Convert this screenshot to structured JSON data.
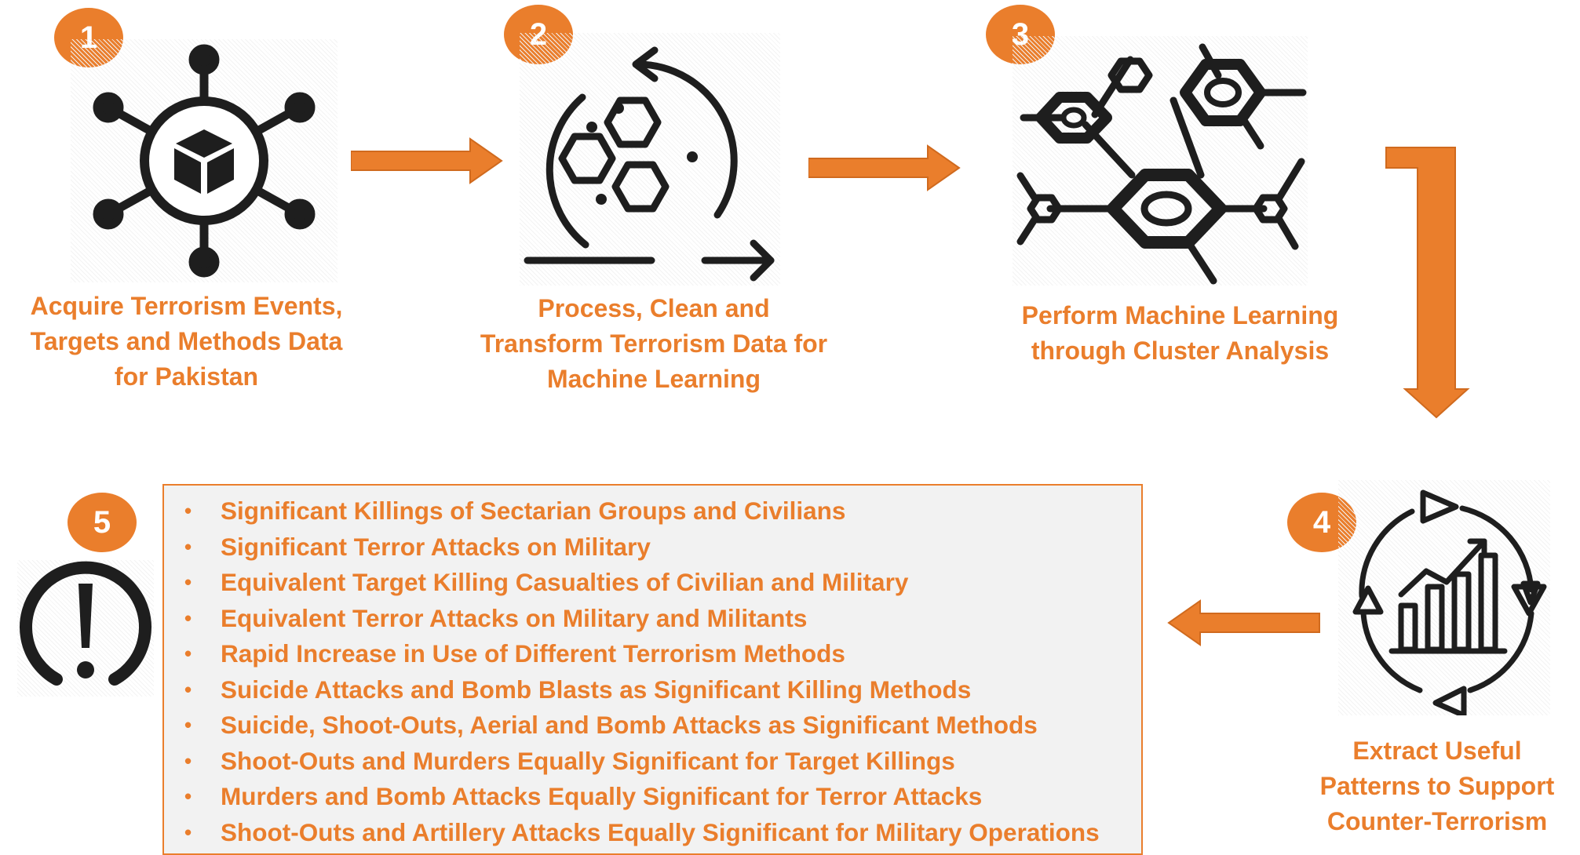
{
  "steps": [
    {
      "number": "1",
      "label": "Acquire Terrorism Events, Targets and Methods Data for Pakistan",
      "icon": "network-hub-cube-icon"
    },
    {
      "number": "2",
      "label": "Process, Clean and Transform Terrorism Data for Machine Learning",
      "icon": "process-cycle-hexagons-icon"
    },
    {
      "number": "3",
      "label": "Perform Machine Learning through Cluster Analysis",
      "icon": "molecule-structure-icon"
    },
    {
      "number": "4",
      "label": "Extract Useful Patterns to Support Counter-Terrorism",
      "icon": "cycle-bar-chart-icon"
    },
    {
      "number": "5",
      "icon": "warning-exclamation-icon"
    }
  ],
  "findings": [
    "Significant Killings of Sectarian Groups and Civilians",
    "Significant Terror Attacks on Military",
    "Equivalent Target Killing Casualties of Civilian and Military",
    "Equivalent Terror Attacks on Military and Militants",
    "Rapid Increase in Use of Different Terrorism Methods",
    "Suicide Attacks and Bomb Blasts as Significant Killing Methods",
    "Suicide, Shoot-Outs, Aerial and Bomb Attacks as Significant Methods",
    "Shoot-Outs and Murders Equally Significant for Target Killings",
    "Murders and Bomb Attacks Equally Significant for Terror Attacks",
    "Shoot-Outs and Artillery Attacks Equally Significant for Military Operations"
  ],
  "colors": {
    "accent": "#ea7e2c",
    "icon": "#1e1e1e",
    "panel": "#f2f2f2"
  }
}
